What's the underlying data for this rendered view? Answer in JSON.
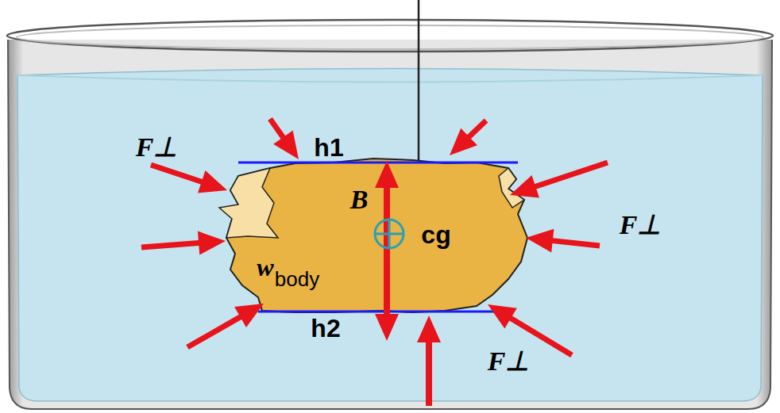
{
  "diagram": {
    "labels": [
      "F⊥",
      "F⊥",
      "F⊥",
      "h1",
      "h2",
      "B",
      "cg",
      "w",
      "body"
    ]
  }
}
